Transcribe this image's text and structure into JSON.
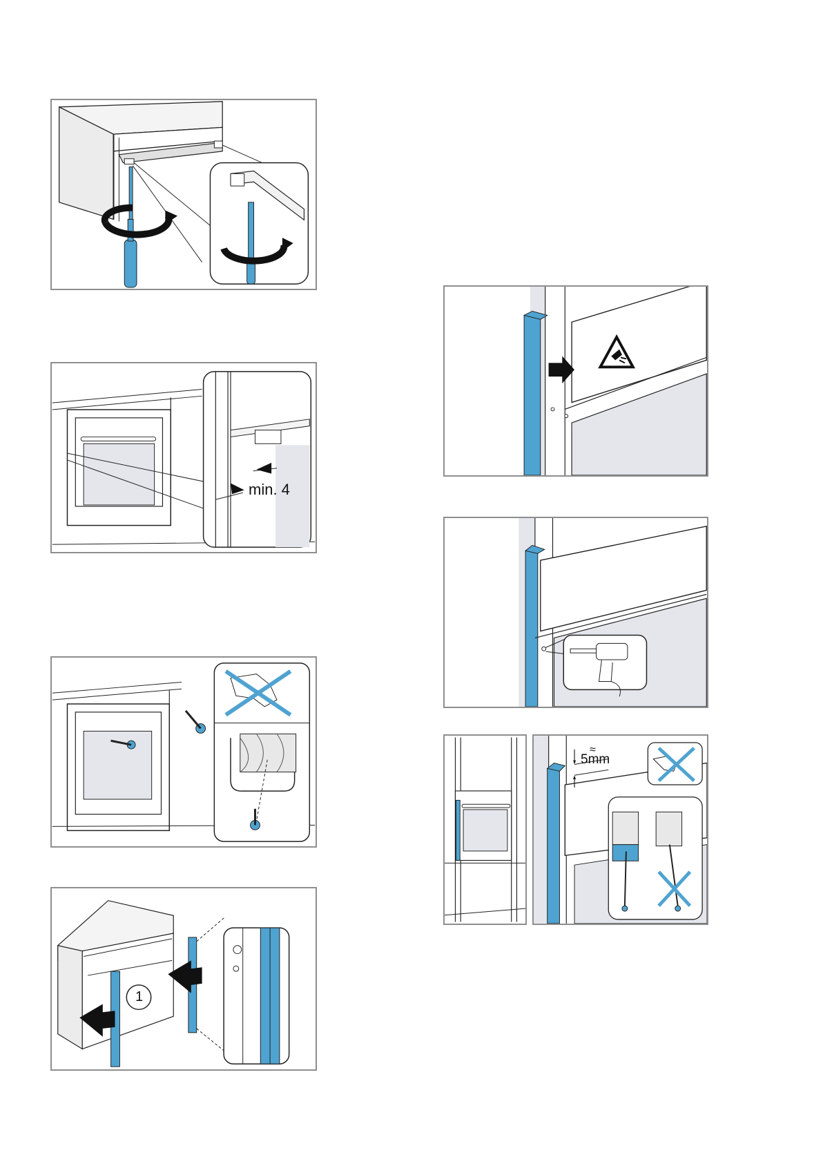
{
  "figures": {
    "fig1": {
      "icon": "screwdriver-rotate"
    },
    "fig2": {
      "label": "min. 4"
    },
    "fig3": {
      "icon": "no-drill-screw-into-wood"
    },
    "fig4": {
      "label": "1"
    },
    "fig5": {
      "icon": "hand-injury-warning"
    },
    "fig6": {
      "icon": "drill"
    },
    "fig7": {
      "label_approx": "≈",
      "label": "5mm"
    }
  },
  "colors": {
    "accent": "#4fa3d1",
    "frame": "#8e8e8e",
    "surface": "#e4e6ec"
  }
}
